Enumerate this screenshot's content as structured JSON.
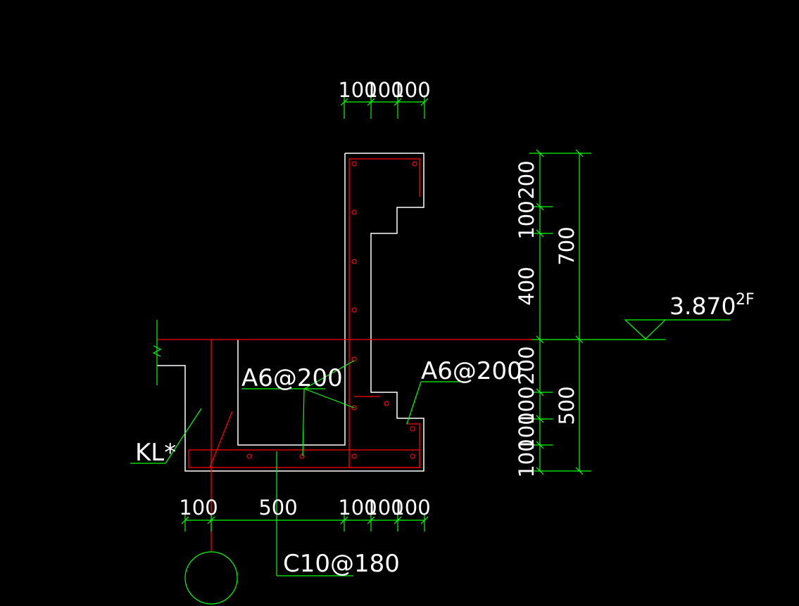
{
  "colors": {
    "background": "#000000",
    "outline": "#ffffff",
    "rebar": "#ff0000",
    "annotation": "#00ff00",
    "text": "#ffffff"
  },
  "dimensions": {
    "top": [
      "100",
      "100",
      "100"
    ],
    "bottom": [
      "100",
      "500",
      "100",
      "100",
      "100"
    ],
    "right_inner": [
      "200",
      "100",
      "400",
      "200",
      "100",
      "100",
      "100"
    ],
    "right_outer": [
      "700",
      "500"
    ]
  },
  "labels": {
    "rebar_a": "A6@200",
    "rebar_b": "A6@200",
    "beam": "KL*",
    "bottom_rebar": "C10@180",
    "elevation": "3.870",
    "floor": "2F"
  }
}
